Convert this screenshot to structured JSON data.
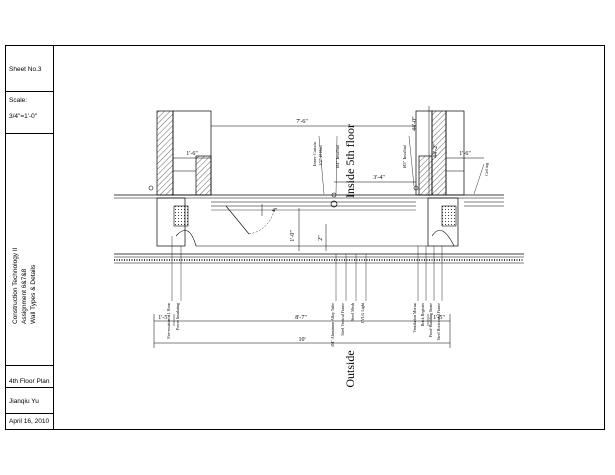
{
  "title_block": {
    "sheet_no": "Sheet No.3",
    "scale_label": "Scale:",
    "scale_value": "3/4\"=1'-0\"",
    "course": "Construction Technology II",
    "assignment": "Assignment 6&7&8",
    "subject": "Wall Types & Details",
    "plan_name": "4th Floor Plan",
    "author": "Jianqiu Yu",
    "date": "April 16, 2010"
  },
  "drawing": {
    "label_inside": "Inside 5th floor",
    "label_outside": "Outside",
    "dims": {
      "top_span": "7'-6\"",
      "left_pier": "1'-6\"",
      "right_pier": "1'-6\"",
      "center_mid": "3'-4\"",
      "sill": "4\"",
      "opening_depth": "1'-0\"",
      "opening_small": "2\"",
      "bottom_left": "1'-5\"",
      "bottom_center": "8'-7\"",
      "bottom_right": "1'-5\"",
      "overall": "10'",
      "right_top1": "44'-0\"",
      "right_top2": "44'-2\""
    },
    "notes": {
      "n1": "Inner Curtain",
      "n2": "1/2\" Ø Rod",
      "n3": "Ø4\" Insulbol",
      "n4": "Ø5\" Insulbol",
      "ceiling": "Ceiling",
      "left_b1": "Fire-resistance 1 Hour",
      "left_b2": "Power Insulating",
      "mid_b1": "Ø4\" Aluminum Alloy Tube",
      "mid_b2": "Steel Vertical Frame",
      "mid_b3": "Steel Mesh",
      "mid_b4": "LVLG Light",
      "right_b1": "Ventilation Mortar",
      "right_b2": "Brick Register",
      "right_b3": "Proof-Building Stone",
      "right_b4": "Steel Horizontal Frame"
    }
  }
}
